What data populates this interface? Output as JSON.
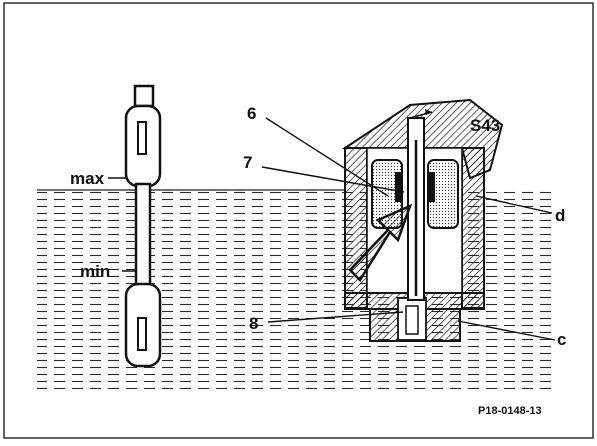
{
  "figure": {
    "labels": {
      "max": "max",
      "min": "min",
      "part_6": "6",
      "part_7": "7",
      "part_8": "8",
      "part_d": "d",
      "part_c": "c",
      "switch": "S43"
    },
    "figure_code": "P18-0148-13"
  },
  "colors": {
    "ink": "#111111",
    "paper": "#ffffff",
    "hatch": "#1a1a1a"
  }
}
